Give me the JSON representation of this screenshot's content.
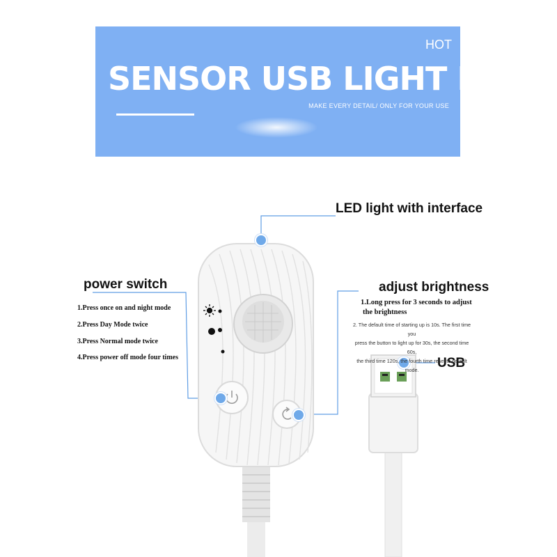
{
  "banner": {
    "badge": "HOT",
    "title": "SENSOR USB LIGHT BAND",
    "slogan": "MAKE EVERY DETAIL/ ONLY FOR YOUR USE"
  },
  "labels": {
    "led": "LED light with interface",
    "power": "power switch",
    "adjust": "adjust brightness",
    "usb": "USB"
  },
  "power_steps": [
    "1.Press once on and night mode",
    "2.Press Day Mode twice",
    "3.Press Normal mode twice",
    "4.Press power off mode four times"
  ],
  "adjust_notes": {
    "line1a": "1.Long press for 3 seconds to adjust",
    "line1b": "the brightness",
    "detail": [
      "2. The default time of starting up is 10s. The first time you",
      "press the button to light up for 30s, the second time 60s,",
      "the third time 120s, the fourth time reset to default mode."
    ]
  },
  "icons": [
    "sun-icon",
    "moon-icon",
    "power-icon",
    "brightness-icon"
  ],
  "colors": {
    "banner": "#7fb0f3",
    "accent": "#6fa9e9"
  }
}
